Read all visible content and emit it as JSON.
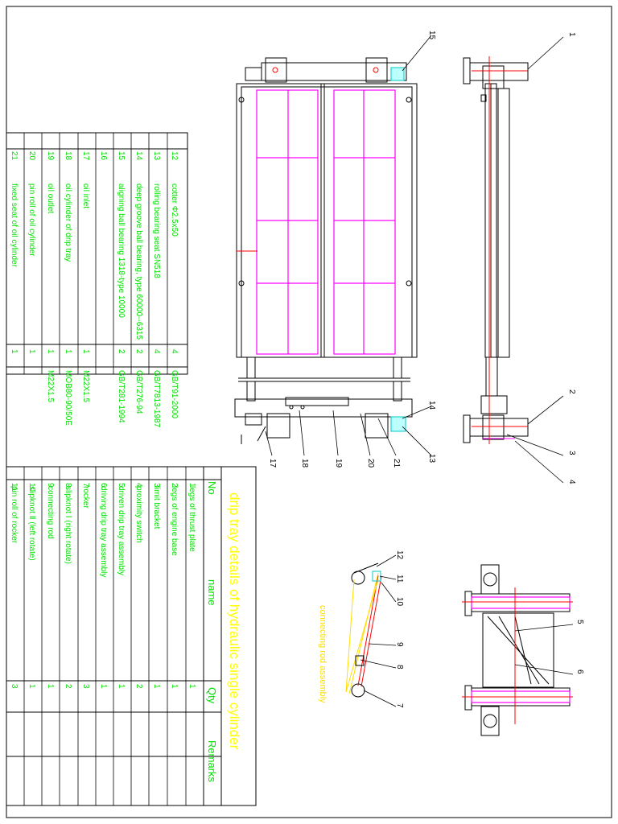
{
  "drawing": {
    "title": "drip tray details of hydraulic single cylinder",
    "subassembly_label": "connecting rod assembly"
  },
  "table_headers": {
    "no": "No",
    "name": "name",
    "qty": "Qty",
    "remarks": "Remarks"
  },
  "parts_lower": [
    {
      "no": "1",
      "name": "legs of thrust plate",
      "qty": "1",
      "remarks": ""
    },
    {
      "no": "2",
      "name": "legs of engine base",
      "qty": "1",
      "remarks": ""
    },
    {
      "no": "3",
      "name": "limit bracket",
      "qty": "1",
      "remarks": ""
    },
    {
      "no": "4",
      "name": "proximity switch",
      "qty": "2",
      "remarks": ""
    },
    {
      "no": "5",
      "name": "driven drip tray assembly",
      "qty": "1",
      "remarks": ""
    },
    {
      "no": "6",
      "name": "driving drip tray assembly",
      "qty": "1",
      "remarks": ""
    },
    {
      "no": "7",
      "name": "rocker",
      "qty": "3",
      "remarks": ""
    },
    {
      "no": "8",
      "name": "slipknot Ⅰ (right rotate)",
      "qty": "2",
      "remarks": ""
    },
    {
      "no": "9",
      "name": "connecting rod",
      "qty": "1",
      "remarks": ""
    },
    {
      "no": "10",
      "name": "slipknot Ⅱ (left rotate)",
      "qty": "1",
      "remarks": ""
    },
    {
      "no": "11",
      "name": "pin roll of rocker",
      "qty": "3",
      "remarks": ""
    }
  ],
  "parts_upper": [
    {
      "no": "12",
      "name": "cotter Φ2.5x50",
      "qty": "4",
      "remarks": "GB/T91-2000"
    },
    {
      "no": "13",
      "name": "rolling bearing seat SN518",
      "qty": "4",
      "remarks": "GB/T7813-1987"
    },
    {
      "no": "14",
      "name": "deep groove ball bearing, type 60000--6315",
      "qty": "2",
      "remarks": "GB/T276-94"
    },
    {
      "no": "15",
      "name": "aligning ball bearing 1318-type 10000",
      "qty": "2",
      "remarks": "GB/T281-1994"
    },
    {
      "no": "16",
      "name": "",
      "qty": "",
      "remarks": ""
    },
    {
      "no": "17",
      "name": "oil inlet",
      "qty": "1",
      "remarks": "M22X1.5"
    },
    {
      "no": "18",
      "name": "oil cylinder of drip tray",
      "qty": "1",
      "remarks": "MOB80-90/50E"
    },
    {
      "no": "19",
      "name": "oil outlet",
      "qty": "1",
      "remarks": "M22X1.5"
    },
    {
      "no": "20",
      "name": "pin roll of oil cylinder",
      "qty": "1",
      "remarks": ""
    },
    {
      "no": "21",
      "name": "fixed seat of oil cylinder",
      "qty": "1",
      "remarks": ""
    }
  ],
  "balloons": {
    "b1": "1",
    "b2": "2",
    "b3": "3",
    "b4": "4",
    "b5": "5",
    "b6": "6",
    "b7": "7",
    "b8": "8",
    "b9": "9",
    "b10": "10",
    "b11": "11",
    "b12": "12",
    "b13": "13",
    "b14": "14",
    "b15": "15",
    "b17": "17",
    "b18": "18",
    "b19": "19",
    "b20": "20",
    "b21": "21"
  },
  "colors": {
    "line": "#000000",
    "table_text": "#00e000",
    "title": "#ffff00",
    "tray": "#ff00ff",
    "center": "#ff0000",
    "accent": "#00c8c8"
  }
}
